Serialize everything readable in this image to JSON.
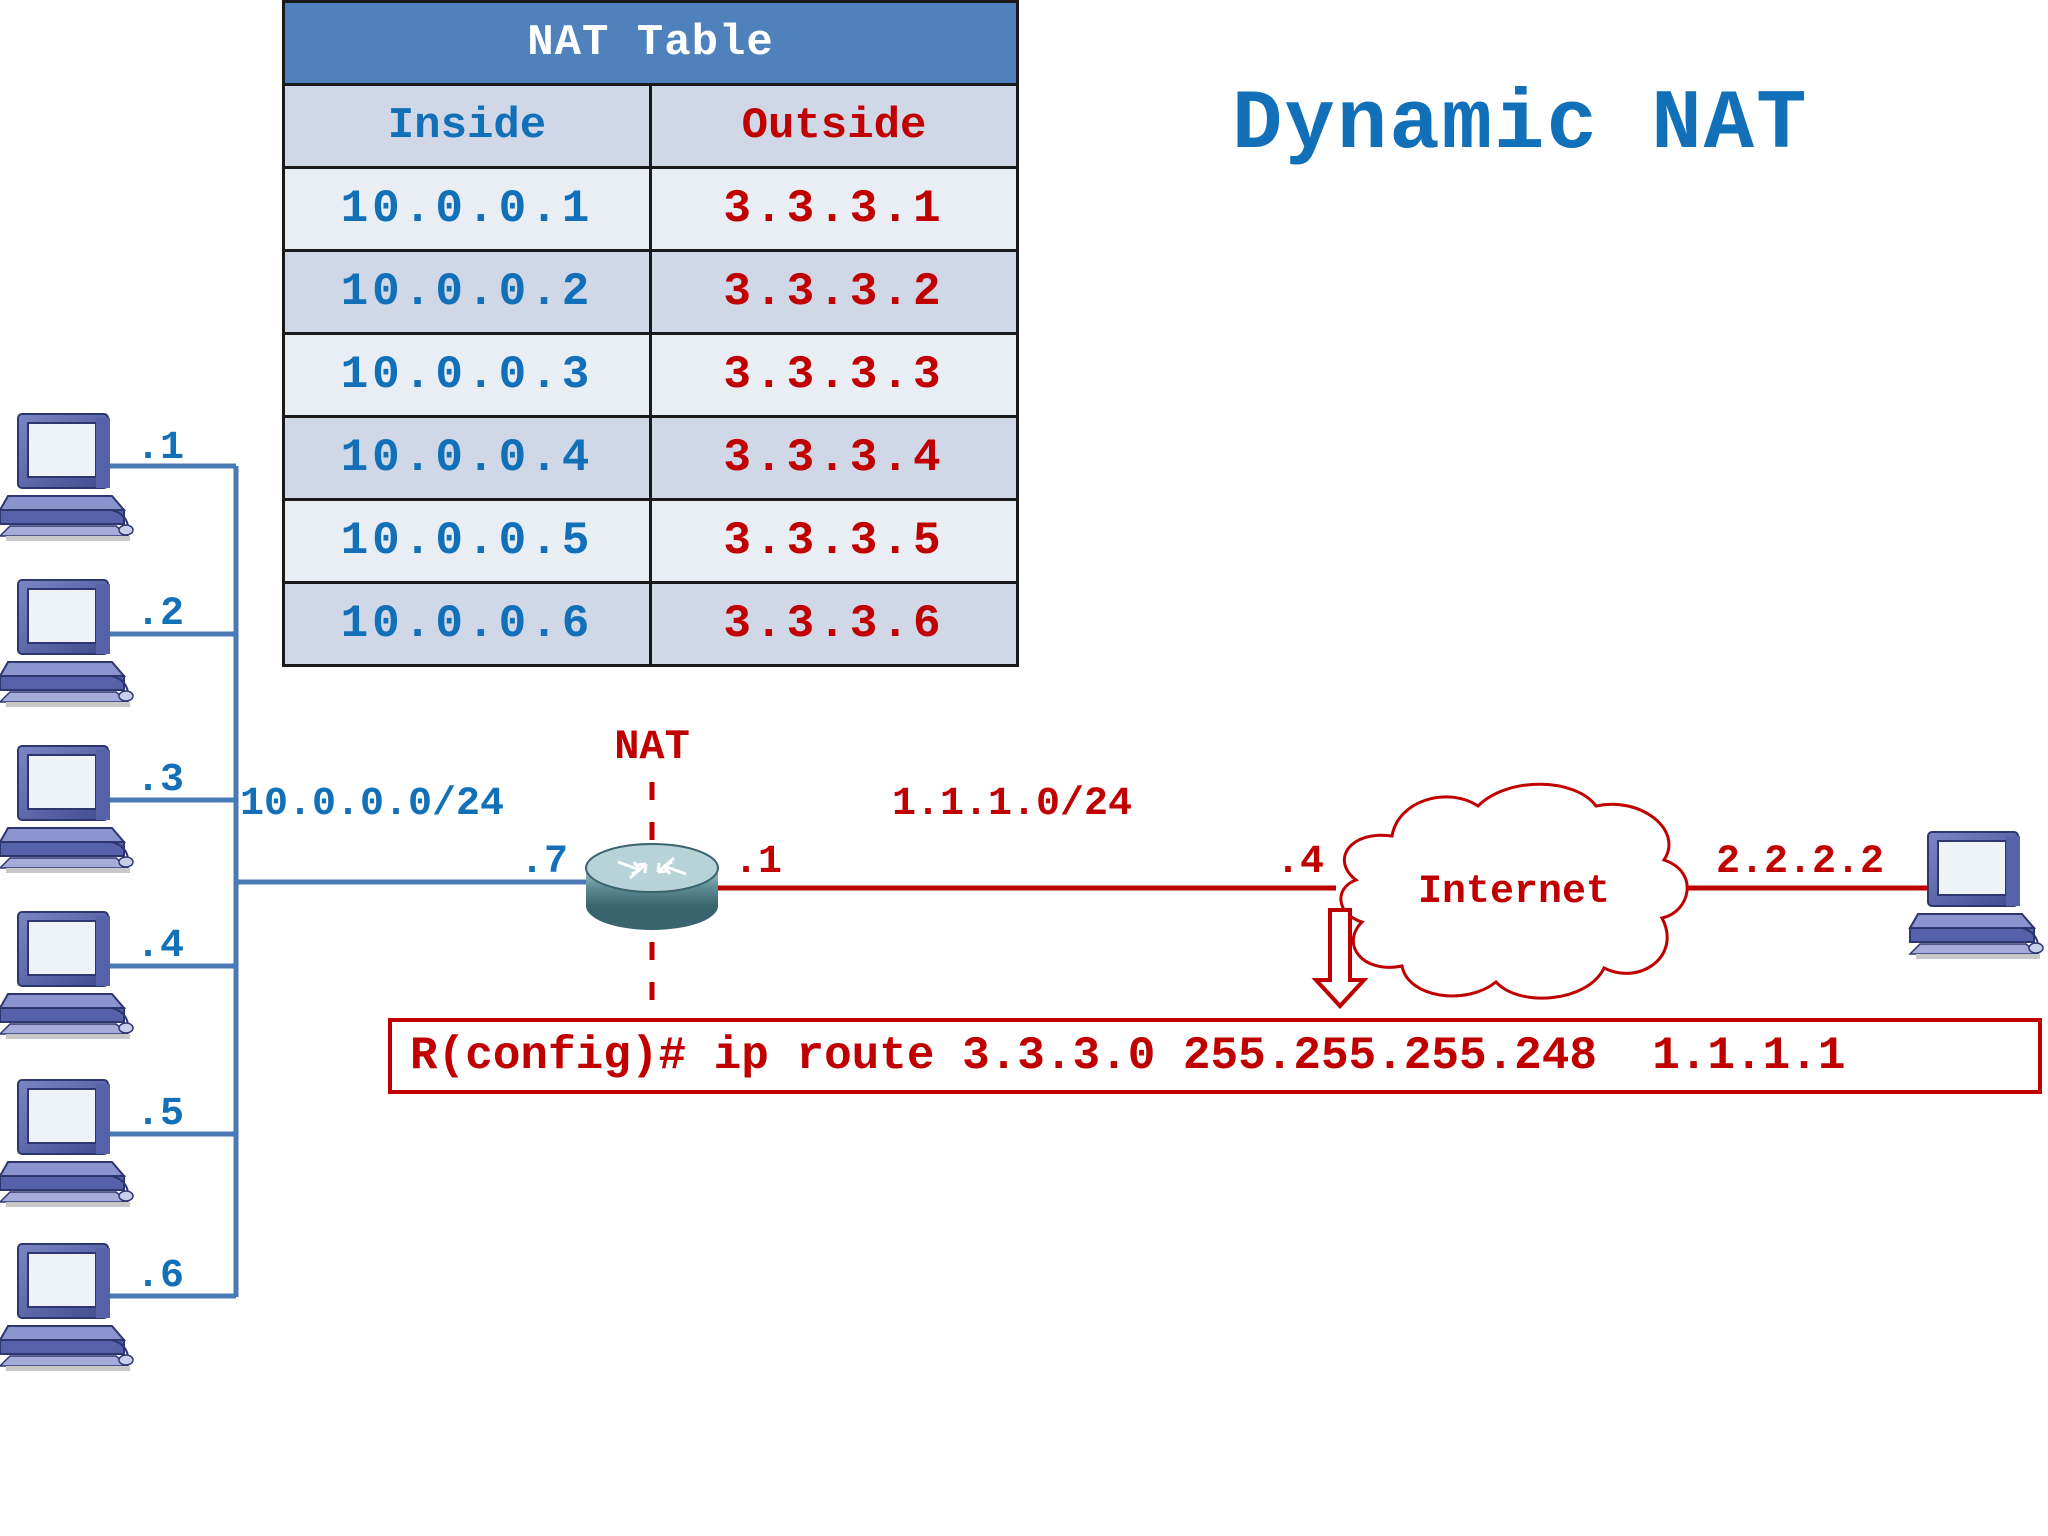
{
  "title": "Dynamic NAT",
  "nat_table": {
    "title": "NAT Table",
    "headers": {
      "inside": "Inside",
      "outside": "Outside"
    },
    "rows": [
      {
        "inside": "10.0.0.1",
        "outside": "3.3.3.1"
      },
      {
        "inside": "10.0.0.2",
        "outside": "3.3.3.2"
      },
      {
        "inside": "10.0.0.3",
        "outside": "3.3.3.3"
      },
      {
        "inside": "10.0.0.4",
        "outside": "3.3.3.4"
      },
      {
        "inside": "10.0.0.5",
        "outside": "3.3.3.5"
      },
      {
        "inside": "10.0.0.6",
        "outside": "3.3.3.6"
      }
    ]
  },
  "hosts": [
    {
      "label": ".1"
    },
    {
      "label": ".2"
    },
    {
      "label": ".3"
    },
    {
      "label": ".4"
    },
    {
      "label": ".5"
    },
    {
      "label": ".6"
    }
  ],
  "inside_network": "10.0.0.0/24",
  "router": {
    "nat_label": "NAT",
    "inside_if": ".7",
    "outside_if": ".1"
  },
  "outside_network": "1.1.1.0/24",
  "isp_if": ".4",
  "cloud_label": "Internet",
  "remote_host": "2.2.2.2",
  "config_command": "R(config)# ip route 3.3.3.0 255.255.255.248  1.1.1.1",
  "colors": {
    "blue": "#1170b8",
    "red": "#c00000",
    "link_blue": "#4a7ab5",
    "header_blue": "#4f81bd"
  }
}
